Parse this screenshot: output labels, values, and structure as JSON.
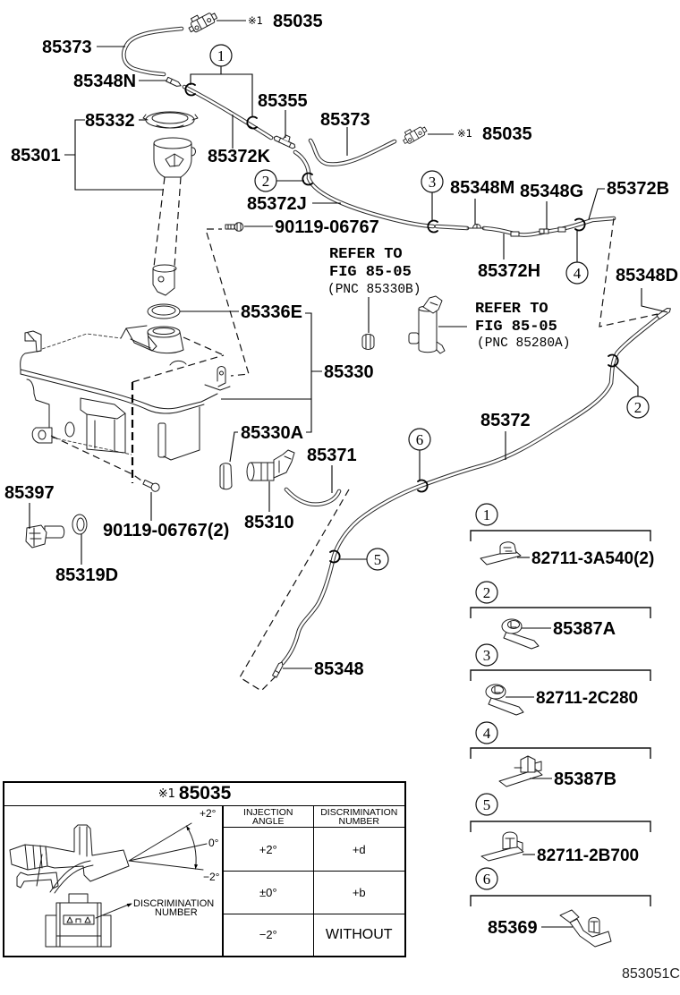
{
  "diagram": {
    "callouts": [
      {
        "part": "85035",
        "mark": "※1"
      },
      {
        "part": "85373"
      },
      {
        "part": "85348N"
      },
      {
        "part": "85355"
      },
      {
        "part": "85332"
      },
      {
        "part": "85373"
      },
      {
        "part": "85035",
        "mark": "※1"
      },
      {
        "part": "85301"
      },
      {
        "part": "85372K"
      },
      {
        "part": "85372J"
      },
      {
        "part": "85348M"
      },
      {
        "part": "85348G"
      },
      {
        "part": "85372B"
      },
      {
        "part": "90119-06767"
      },
      {
        "part": "85372H"
      },
      {
        "part": "85348D"
      },
      {
        "part": "85336E"
      },
      {
        "part": "85330"
      },
      {
        "part": "85372"
      },
      {
        "part": "85330A"
      },
      {
        "part": "85371"
      },
      {
        "part": "85397"
      },
      {
        "part": "85310"
      },
      {
        "part": "90119-06767(2)"
      },
      {
        "part": "85319D"
      },
      {
        "part": "85348"
      }
    ],
    "references": [
      {
        "lines": [
          "REFER TO",
          "FIG 85-05",
          "(PNC 85330B)"
        ]
      },
      {
        "lines": [
          "REFER TO",
          "FIG 85-05",
          "(PNC 85280A)"
        ]
      }
    ],
    "clip_markers": [
      "1",
      "2",
      "3",
      "4",
      "2",
      "6",
      "5"
    ]
  },
  "clip_legend": [
    {
      "number": "1",
      "part": "82711-3A540(2)"
    },
    {
      "number": "2",
      "part": "85387A"
    },
    {
      "number": "3",
      "part": "82711-2C280"
    },
    {
      "number": "4",
      "part": "85387B"
    },
    {
      "number": "5",
      "part": "82711-2B700"
    },
    {
      "number": "6",
      "part": "85369"
    }
  ],
  "nozzle_table": {
    "title_mark": "※1",
    "title": "85035",
    "illustration": {
      "angle_labels": [
        "+2°",
        "0°",
        "−2°"
      ],
      "callout": [
        "DISCRIMINATION",
        "NUMBER"
      ]
    },
    "columns": [
      [
        "INJECTION",
        "ANGLE"
      ],
      [
        "DISCRIMINATION",
        "NUMBER"
      ]
    ],
    "rows": [
      {
        "angle": "+2°",
        "number": "+d"
      },
      {
        "angle": "±0°",
        "number": "+b"
      },
      {
        "angle": "−2°",
        "number": "WITHOUT"
      }
    ]
  },
  "figure_code": "853051C"
}
